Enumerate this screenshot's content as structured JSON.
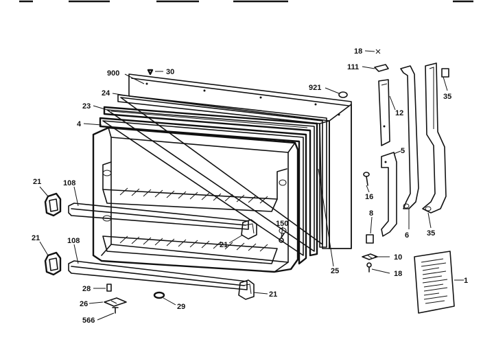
{
  "callouts": {
    "c18a": "18",
    "c111": "111",
    "c900": "900",
    "c30": "30",
    "c921": "921",
    "c24": "24",
    "c12": "12",
    "c35a": "35",
    "c23": "23",
    "c4": "4",
    "c5": "5",
    "c21a": "21",
    "c108a": "108",
    "c16": "16",
    "c8": "8",
    "c150": "150",
    "c21b": "21",
    "c6": "6",
    "c35b": "35",
    "c21c": "21",
    "c108b": "108",
    "c25": "25",
    "c10": "10",
    "c18b": "18",
    "c1": "1",
    "c28": "28",
    "c21d": "21",
    "c26": "26",
    "c29": "29",
    "c566": "566"
  }
}
